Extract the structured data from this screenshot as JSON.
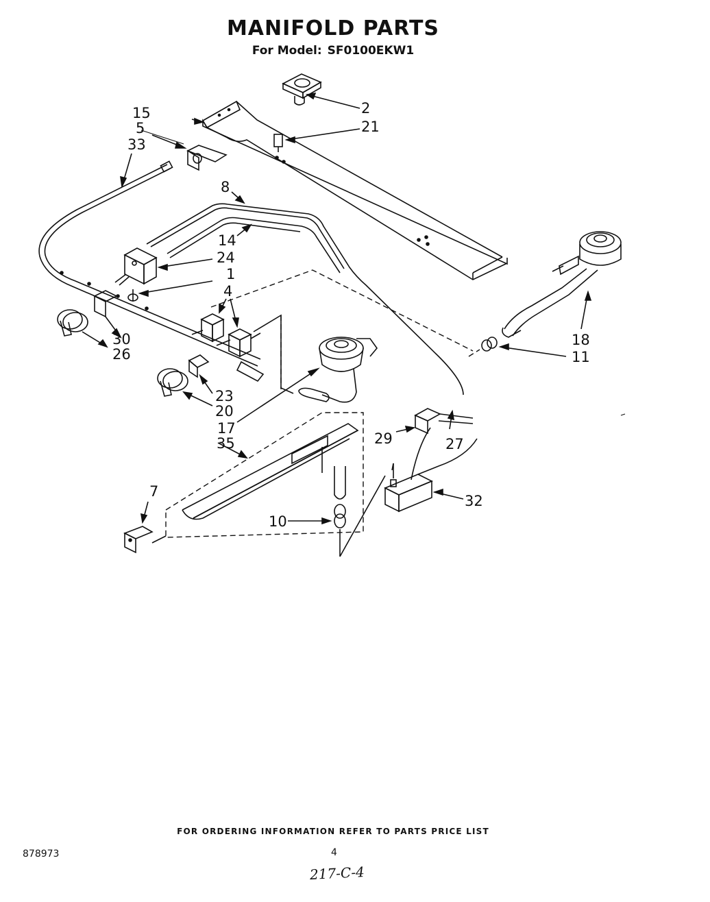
{
  "title": "MANIFOLD PARTS",
  "model_label": "For Model:",
  "model_number": "SF0100EKW1",
  "callouts": {
    "c2": "2",
    "c21": "21",
    "c15": "15",
    "c5": "5",
    "c33": "33",
    "c8": "8",
    "c14": "14",
    "c24": "24",
    "c1": "1",
    "c4": "4",
    "c30": "30",
    "c26": "26",
    "c23": "23",
    "c20": "20",
    "c17": "17",
    "c35": "35",
    "c7": "7",
    "c10": "10",
    "c18": "18",
    "c11": "11",
    "c29": "29",
    "c27": "27",
    "c32": "32"
  },
  "footer_note": "FOR ORDERING INFORMATION REFER TO PARTS PRICE LIST",
  "doc_number": "878973",
  "page_number": "4",
  "handwritten_note": "217-C-4"
}
